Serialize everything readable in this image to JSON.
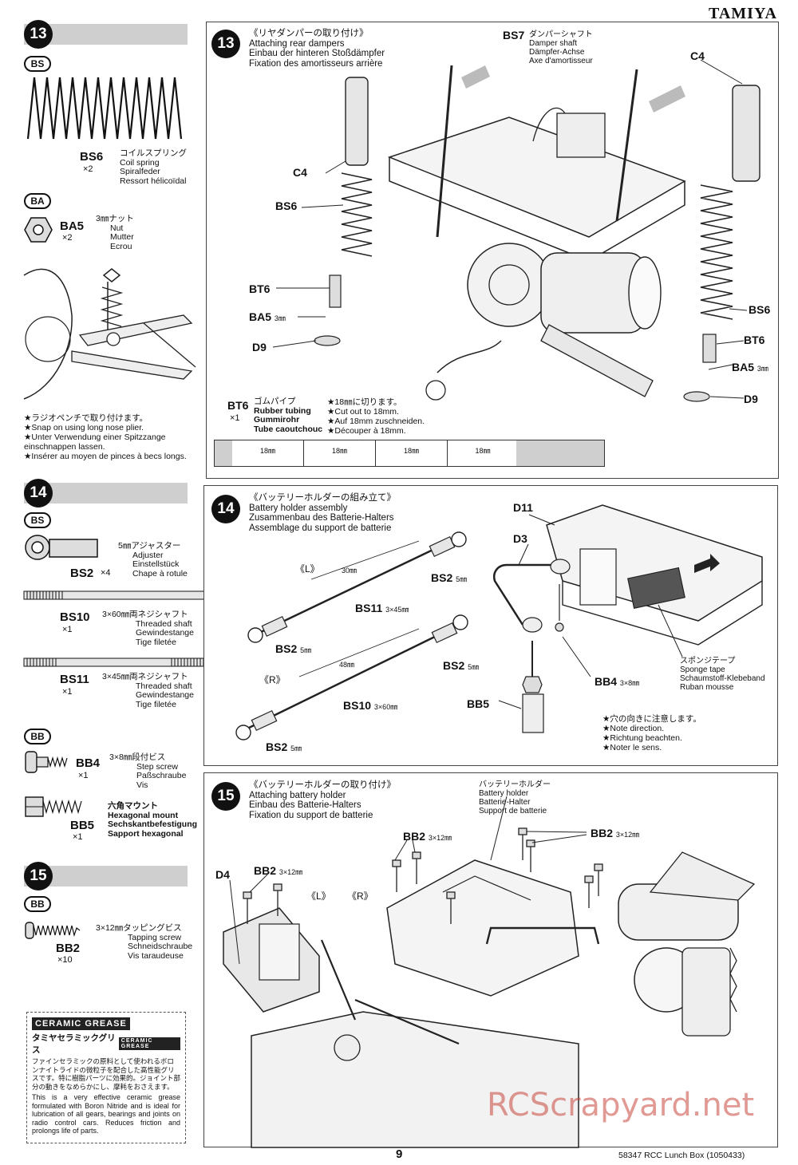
{
  "brand": "TAMIYA",
  "left": {
    "step13": {
      "number": "13",
      "bag_bs": "BS",
      "bs6": {
        "code": "BS6",
        "qty": "×2",
        "desc": [
          "コイルスプリング",
          "Coil spring",
          "Spiralfeder",
          "Ressort hélicoïdal"
        ]
      },
      "bag_ba": "BA",
      "ba5": {
        "code": "BA5",
        "qty": "×2",
        "desc": [
          "3㎜ナット",
          "Nut",
          "Mutter",
          "Ecrou"
        ]
      },
      "notes": [
        "★ラジオペンチで取り付けます。",
        "★Snap on using long nose plier.",
        "★Unter Verwendung einer Spitzzange einschnappen lassen.",
        "★Insérer au moyen de pinces à becs longs."
      ]
    },
    "step14": {
      "number": "14",
      "bag_bs": "BS",
      "bs2": {
        "code": "BS2",
        "qty": "×4",
        "desc": [
          "5㎜アジャスター",
          "Adjuster",
          "Einstellstück",
          "Chape à rotule"
        ]
      },
      "bs10": {
        "code": "BS10",
        "qty": "×1",
        "desc": [
          "3×60㎜両ネジシャフト",
          "Threaded shaft",
          "Gewindestange",
          "Tige filetée"
        ]
      },
      "bs11": {
        "code": "BS11",
        "qty": "×1",
        "desc": [
          "3×45㎜両ネジシャフト",
          "Threaded shaft",
          "Gewindestange",
          "Tige filetée"
        ]
      },
      "bag_bb": "BB",
      "bb4": {
        "code": "BB4",
        "qty": "×1",
        "desc": [
          "3×8㎜段付ビス",
          "Step screw",
          "Paßschraube",
          "Vis"
        ]
      },
      "bb5": {
        "code": "BB5",
        "qty": "×1",
        "desc": [
          "六角マウント",
          "Hexagonal mount",
          "Sechskantbefestigung",
          "Sapport hexagonal"
        ]
      }
    },
    "step15": {
      "number": "15",
      "bag_bb": "BB",
      "bb2": {
        "code": "BB2",
        "qty": "×10",
        "desc": [
          "3×12㎜タッピングビス",
          "Tapping screw",
          "Schneidschraube",
          "Vis taraudeuse"
        ]
      }
    },
    "grease": {
      "badge": "CERAMIC GREASE",
      "badge2": "CERAMIC GREASE",
      "jp_title": "タミヤセラミックグリス",
      "jp_text": "ファインセラミックの原料として使われるボロンナイトライドの微粒子を配合した高性能グリスです。特に樹脂パーツに効果的。ジョイント部分の動きをなめらかにし、摩耗をおさえます。",
      "en_text": "This is a very effective ceramic grease formulated with Boron Nitride and is ideal for lubrication of all gears, bearings and joints on radio control cars. Reduces friction and prolongs life of parts."
    }
  },
  "panel13": {
    "number": "13",
    "title": [
      "《リヤダンパーの取り付け》",
      "Attaching rear dampers",
      "Einbau der hinteren Stoßdämpfer",
      "Fixation des amortisseurs arrière"
    ],
    "bs7": {
      "code": "BS7",
      "desc": [
        "ダンパーシャフト",
        "Damper shaft",
        "Dämpfer-Achse",
        "Axe d'amortisseur"
      ]
    },
    "labels": {
      "c4_left": "C4",
      "c4_right": "C4",
      "bs6_left": "BS6",
      "bs6_right": "BS6",
      "bt6_left": "BT6",
      "bt6_right": "BT6",
      "ba5_left": "BA5",
      "ba5_right": "BA5",
      "ba5_size": "3㎜",
      "d9_left": "D9",
      "d9_right": "D9"
    },
    "bt6": {
      "code": "BT6",
      "qty": "×1",
      "desc": [
        "ゴムパイプ",
        "Rubber tubing",
        "Gummirohr",
        "Tube caoutchouc"
      ]
    },
    "cut_notes": [
      "★18㎜に切ります。",
      "★Cut out to 18mm.",
      "★Auf 18mm zuschneiden.",
      "★Découper à 18mm."
    ],
    "ruler": [
      "18㎜",
      "18㎜",
      "18㎜",
      "18㎜"
    ]
  },
  "panel14": {
    "number": "14",
    "title": [
      "《バッテリーホルダーの組み立て》",
      "Battery holder assembly",
      "Zusammenbau des Batterie-Halters",
      "Assemblage du support de batterie"
    ],
    "L": "《L》",
    "R": "《R》",
    "dim30": "30㎜",
    "dim48": "48㎜",
    "bs11": "BS11",
    "bs11_size": "3×45㎜",
    "bs10": "BS10",
    "bs10_size": "3×60㎜",
    "bs2": "BS2",
    "bs2_size": "5㎜",
    "d11": "D11",
    "d3": "D3",
    "bb4": "BB4",
    "bb4_size": "3×8㎜",
    "bb5": "BB5",
    "sponge": [
      "スポンジテープ",
      "Sponge tape",
      "Schaumstoff-Klebeband",
      "Ruban mousse"
    ],
    "direction_notes": [
      "★穴の向きに注意します。",
      "★Note direction.",
      "★Richtung beachten.",
      "★Noter le sens."
    ]
  },
  "panel15": {
    "number": "15",
    "title": [
      "《バッテリーホルダーの取り付け》",
      "Attaching battery holder",
      "Einbau des Batterie-Halters",
      "Fixation du support de batterie"
    ],
    "holder": [
      "バッテリーホルダー",
      "Battery holder",
      "Batterie-Halter",
      "Support de batterie"
    ],
    "bb2": "BB2",
    "bb2_size": "3×12㎜",
    "d4": "D4",
    "L": "《L》",
    "R": "《R》"
  },
  "footer": {
    "page": "9",
    "ref": "58347  RCC Lunch Box (1050433)"
  },
  "watermark": "RCScrapyard.net"
}
